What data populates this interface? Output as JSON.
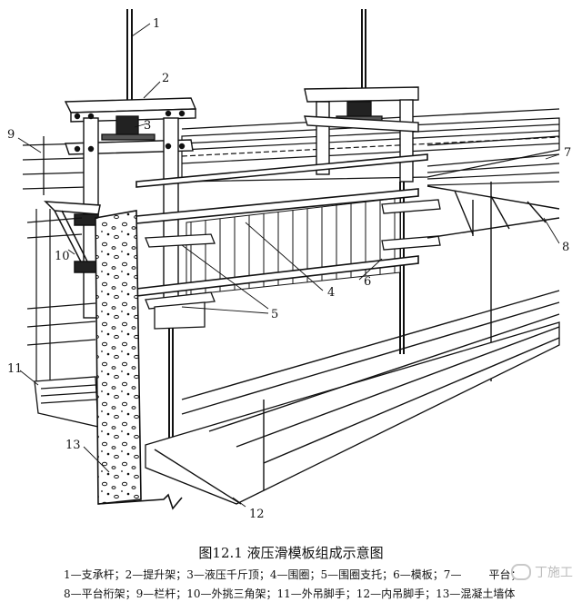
{
  "caption": "图12.1 液压滑模板组成示意图",
  "legend_line1": "1—支承杆；2—提升架；3—液压千斤顶；4—围圈；5—围圈支托；6—模板；7—",
  "legend_line1_tail": "平台；",
  "legend_line2": "8—平台桁架；9—栏杆；10—外挑三角架；11—外吊脚手；12—内吊脚手；13—混凝土墙体",
  "watermark": "丁施工",
  "callouts": [
    "1",
    "2",
    "3",
    "4",
    "5",
    "6",
    "7",
    "8",
    "9",
    "10",
    "11",
    "12",
    "13"
  ]
}
